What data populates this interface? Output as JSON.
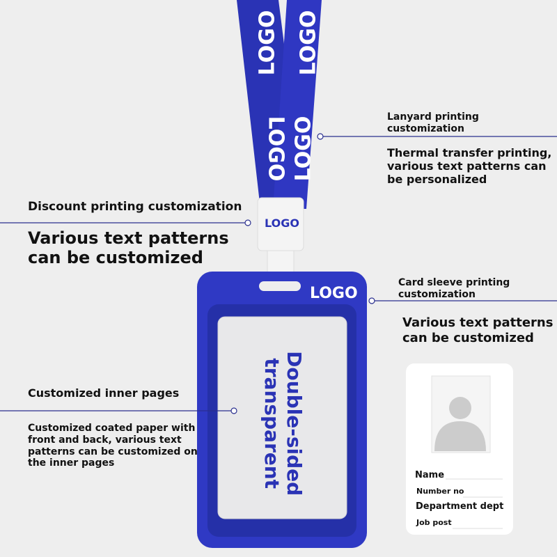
{
  "colors": {
    "brand_blue": "#2a33b5",
    "background": "#eeeeee",
    "line": "#2a2f8f"
  },
  "logo_text": "LOGO",
  "lanyard": {
    "title": "Lanyard printing\ncustomization",
    "desc": "Thermal transfer printing,\nvarious text patterns can\nbe personalized"
  },
  "discount": {
    "title": "Discount printing customization",
    "desc": "Various text patterns\ncan be customized"
  },
  "sleeve": {
    "title": "Card sleeve printing\ncustomization",
    "desc": "Various text patterns\ncan be customized"
  },
  "inner": {
    "title": "Customized inner pages",
    "desc": "Customized coated paper with\nfront and back, various text\npatterns can be customized on\nthe inner pages"
  },
  "card_window_text": "Double-sided\ntransparent",
  "id_card": {
    "name": "Name",
    "number": "Number no",
    "department": "Department dept",
    "job": "Job post",
    "photo_icon": "person-silhouette-icon"
  }
}
